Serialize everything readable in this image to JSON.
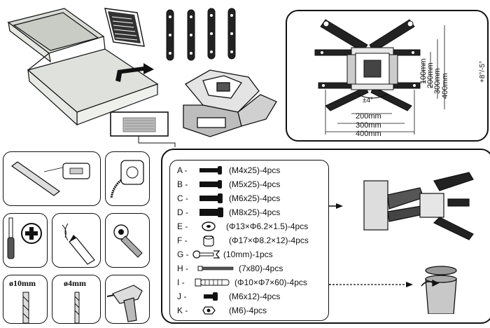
{
  "vesa": {
    "vertical": [
      "100mm",
      "200mm",
      "300mm",
      "400mm"
    ],
    "horizontal": [
      "200mm",
      "300mm",
      "400mm"
    ],
    "rotation": "±4°",
    "tilt": "+8°/-5°"
  },
  "drills": {
    "masonry": "ø10mm",
    "metal": "ø4mm"
  },
  "parts": [
    {
      "letter": "A -",
      "icon": "bolt-icon",
      "spec": "(M4x25)-4pcs"
    },
    {
      "letter": "B -",
      "icon": "bolt-icon",
      "spec": "(M5x25)-4pcs"
    },
    {
      "letter": "C -",
      "icon": "bolt-icon",
      "spec": "(M6x25)-4pcs"
    },
    {
      "letter": "D -",
      "icon": "bolt-icon",
      "spec": "(M8x25)-4pcs"
    },
    {
      "letter": "E -",
      "icon": "washer-icon",
      "spec": "(Φ13×Φ6.2×1.5)-4pcs"
    },
    {
      "letter": "F -",
      "icon": "spacer-icon",
      "spec": "(Φ17×Φ8.2×12)-4pcs"
    },
    {
      "letter": "G -",
      "icon": "wrench-icon",
      "spec": "(10mm)-1pcs"
    },
    {
      "letter": "H -",
      "icon": "rod-icon",
      "spec": "(7x80)-4pcs"
    },
    {
      "letter": "I -",
      "icon": "anchor-icon",
      "spec": "(Φ10×Φ7×60)-4pcs"
    },
    {
      "letter": "J -",
      "icon": "small-bolt-icon",
      "spec": "(M6x12)-4pcs"
    },
    {
      "letter": "K -",
      "icon": "nut-icon",
      "spec": "(M6)-4pcs"
    }
  ],
  "colors": {
    "ink": "#111111",
    "panel": "#ffffff",
    "gray": "#9a9a9a"
  }
}
